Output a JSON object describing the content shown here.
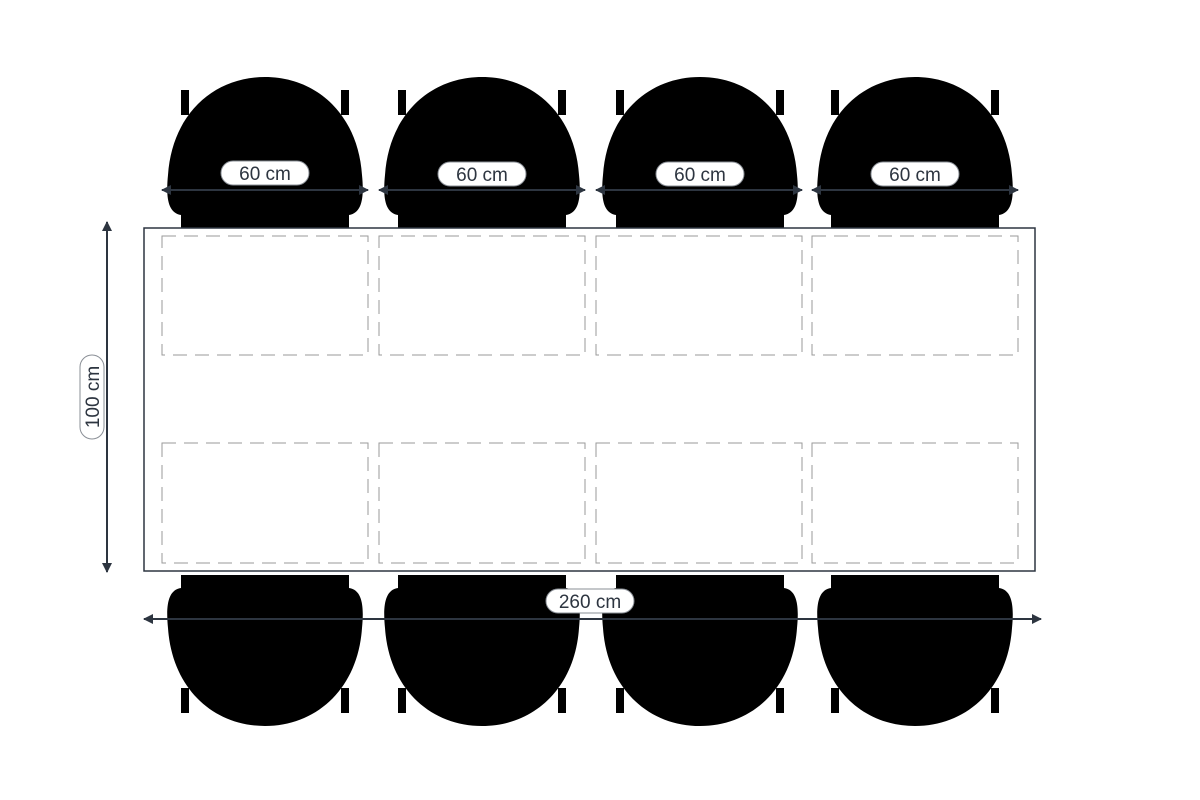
{
  "diagram": {
    "table_length_label": "260 cm",
    "table_width_label": "100 cm",
    "seat_width_labels": [
      "60 cm",
      "60 cm",
      "60 cm",
      "60 cm"
    ],
    "seats_per_side": 4,
    "colors": {
      "dimension": "#2d3540",
      "chair_outline": "#bdbdbd",
      "table_outline": "#2d3540",
      "place_setting": "#9a9a9a"
    }
  }
}
